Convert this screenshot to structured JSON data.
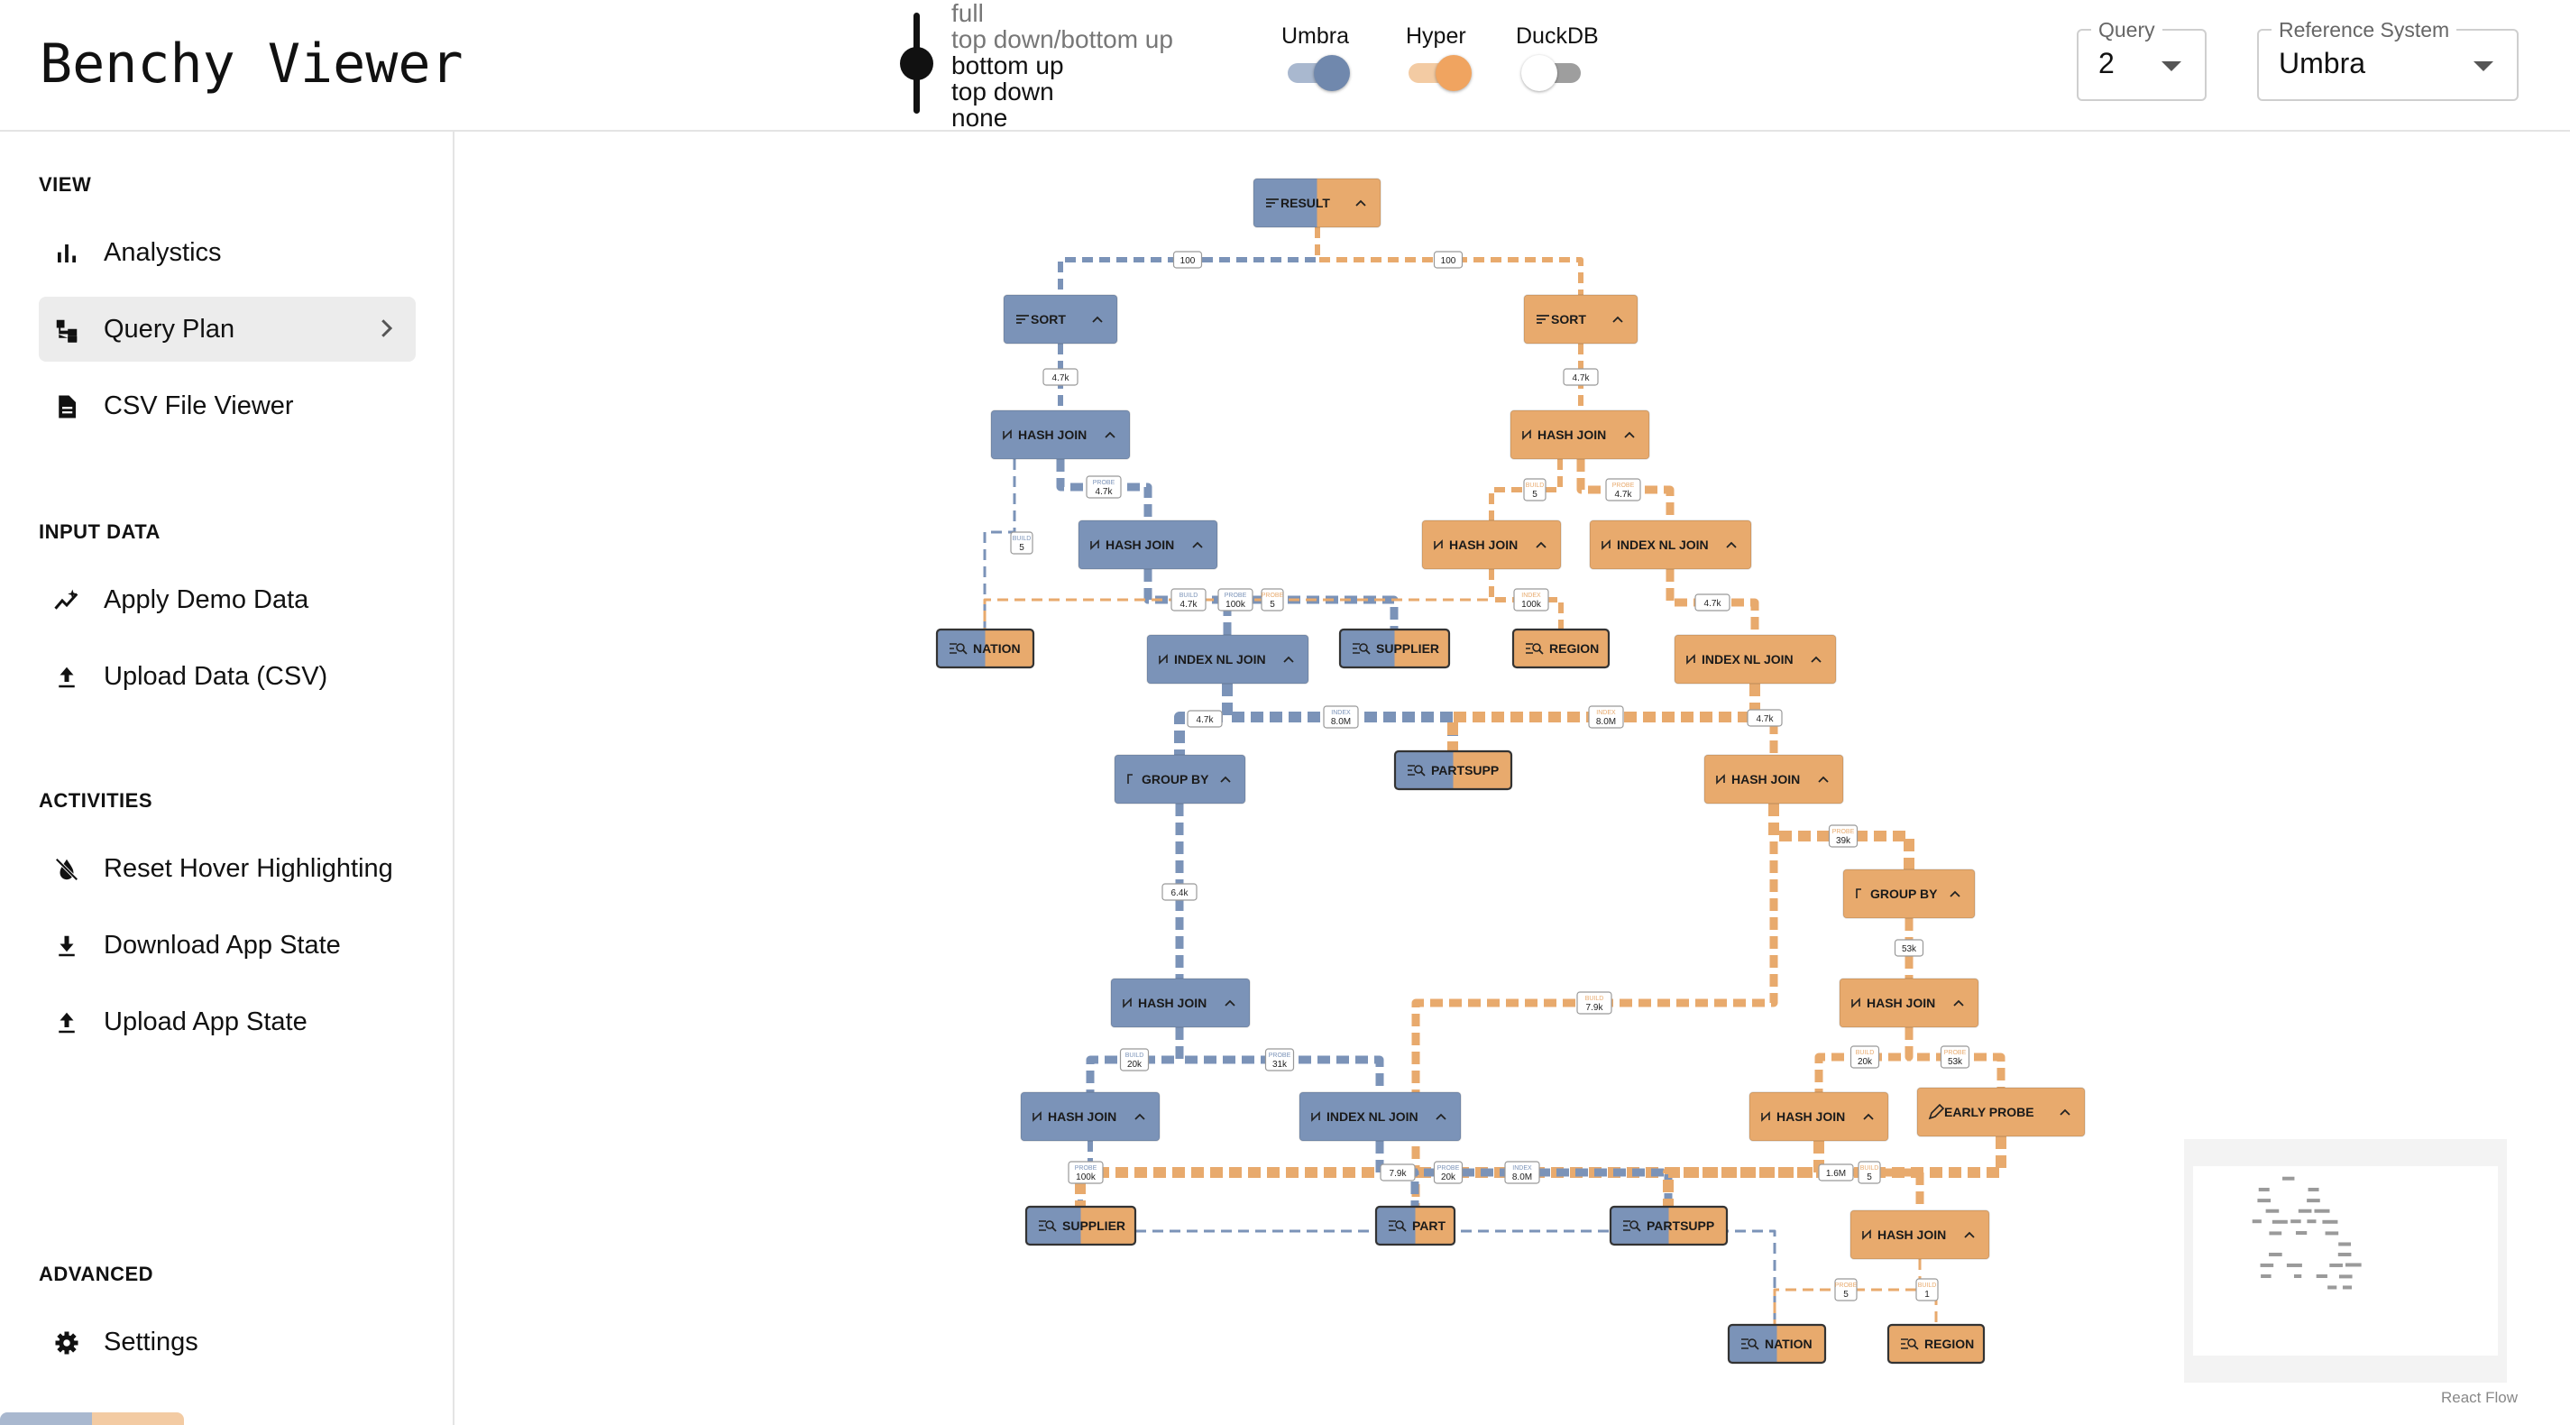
{
  "app": {
    "title": "Benchy Viewer"
  },
  "header": {
    "highlight_options": [
      "full",
      "top down/bottom up",
      "bottom up",
      "top down",
      "none"
    ],
    "highlight_selected": "bottom up",
    "systems": [
      {
        "name": "Umbra",
        "enabled": true,
        "color": "#7b93b8"
      },
      {
        "name": "Hyper",
        "enabled": true,
        "color": "#e8aa6d"
      },
      {
        "name": "DuckDB",
        "enabled": false,
        "color": "#9e9e9e"
      }
    ],
    "query_select": {
      "label": "Query",
      "value": "2"
    },
    "reference_select": {
      "label": "Reference System",
      "value": "Umbra"
    }
  },
  "sidebar": {
    "sections": [
      {
        "title": "VIEW",
        "items": [
          {
            "label": "Analystics",
            "icon": "bar-chart-icon",
            "active": false
          },
          {
            "label": "Query Plan",
            "icon": "account-tree-icon",
            "active": true
          },
          {
            "label": "CSV File Viewer",
            "icon": "description-icon",
            "active": false
          }
        ]
      },
      {
        "title": "INPUT DATA",
        "items": [
          {
            "label": "Apply Demo Data",
            "icon": "auto-graph-icon",
            "active": false
          },
          {
            "label": "Upload Data (CSV)",
            "icon": "upload-icon",
            "active": false
          }
        ]
      },
      {
        "title": "ACTIVITIES",
        "items": [
          {
            "label": "Reset Hover Highlighting",
            "icon": "format-color-reset-icon",
            "active": false
          },
          {
            "label": "Download App State",
            "icon": "download-icon",
            "active": false
          },
          {
            "label": "Upload App State",
            "icon": "upload-icon",
            "active": false
          }
        ]
      },
      {
        "title": "ADVANCED",
        "items": [
          {
            "label": "Settings",
            "icon": "gear-icon",
            "active": false
          }
        ]
      }
    ]
  },
  "colors": {
    "umbra": "#7b93b8",
    "hyper": "#e8aa6d"
  },
  "plan": {
    "nodes": [
      {
        "id": "result",
        "label": "RESULT",
        "icon": "sort-icon",
        "systems": [
          "umbra",
          "hyper"
        ],
        "collapsible": true
      },
      {
        "id": "u_sort",
        "label": "SORT",
        "icon": "sort-icon",
        "systems": [
          "umbra"
        ],
        "collapsible": true
      },
      {
        "id": "h_sort",
        "label": "SORT",
        "icon": "sort-icon",
        "systems": [
          "hyper"
        ],
        "collapsible": true
      },
      {
        "id": "u_hj1",
        "label": "HASH JOIN",
        "icon": "join-icon",
        "systems": [
          "umbra"
        ],
        "collapsible": true
      },
      {
        "id": "h_hj1",
        "label": "HASH JOIN",
        "icon": "join-icon",
        "systems": [
          "hyper"
        ],
        "collapsible": true
      },
      {
        "id": "u_hj2",
        "label": "HASH JOIN",
        "icon": "join-icon",
        "systems": [
          "umbra"
        ],
        "collapsible": true
      },
      {
        "id": "h_hj2",
        "label": "HASH JOIN",
        "icon": "join-icon",
        "systems": [
          "hyper"
        ],
        "collapsible": true
      },
      {
        "id": "h_inlj1",
        "label": "INDEX NL JOIN",
        "icon": "join-icon",
        "systems": [
          "hyper"
        ],
        "collapsible": true
      },
      {
        "id": "s_nation1",
        "label": "NATION",
        "icon": "scan-icon",
        "systems": [
          "umbra",
          "hyper"
        ],
        "collapsible": false
      },
      {
        "id": "u_inlj1",
        "label": "INDEX NL JOIN",
        "icon": "join-icon",
        "systems": [
          "umbra"
        ],
        "collapsible": true
      },
      {
        "id": "s_supplier1",
        "label": "SUPPLIER",
        "icon": "scan-icon",
        "systems": [
          "umbra",
          "hyper"
        ],
        "collapsible": false
      },
      {
        "id": "s_region1",
        "label": "REGION",
        "icon": "scan-icon",
        "systems": [
          "hyper"
        ],
        "collapsible": false
      },
      {
        "id": "h_inlj2",
        "label": "INDEX NL JOIN",
        "icon": "join-icon",
        "systems": [
          "hyper"
        ],
        "collapsible": true
      },
      {
        "id": "u_gb",
        "label": "GROUP BY",
        "icon": "groupby-icon",
        "systems": [
          "umbra"
        ],
        "collapsible": true
      },
      {
        "id": "s_partsupp1",
        "label": "PARTSUPP",
        "icon": "scan-icon",
        "systems": [
          "umbra",
          "hyper"
        ],
        "collapsible": false
      },
      {
        "id": "h_hj3",
        "label": "HASH JOIN",
        "icon": "join-icon",
        "systems": [
          "hyper"
        ],
        "collapsible": true
      },
      {
        "id": "h_gb",
        "label": "GROUP BY",
        "icon": "groupby-icon",
        "systems": [
          "hyper"
        ],
        "collapsible": true
      },
      {
        "id": "u_hj3",
        "label": "HASH JOIN",
        "icon": "join-icon",
        "systems": [
          "umbra"
        ],
        "collapsible": true
      },
      {
        "id": "h_hj4",
        "label": "HASH JOIN",
        "icon": "join-icon",
        "systems": [
          "hyper"
        ],
        "collapsible": true
      },
      {
        "id": "u_hj4",
        "label": "HASH JOIN",
        "icon": "join-icon",
        "systems": [
          "umbra"
        ],
        "collapsible": true
      },
      {
        "id": "u_inlj2",
        "label": "INDEX NL JOIN",
        "icon": "join-icon",
        "systems": [
          "umbra"
        ],
        "collapsible": true
      },
      {
        "id": "h_hj5",
        "label": "HASH JOIN",
        "icon": "join-icon",
        "systems": [
          "hyper"
        ],
        "collapsible": true
      },
      {
        "id": "h_ep",
        "label": "EARLY PROBE",
        "icon": "pen-icon",
        "systems": [
          "hyper"
        ],
        "collapsible": true
      },
      {
        "id": "s_supplier2",
        "label": "SUPPLIER",
        "icon": "scan-icon",
        "systems": [
          "umbra",
          "hyper"
        ],
        "collapsible": false
      },
      {
        "id": "s_part",
        "label": "PART",
        "icon": "scan-icon",
        "systems": [
          "umbra",
          "hyper"
        ],
        "collapsible": false
      },
      {
        "id": "s_partsupp2",
        "label": "PARTSUPP",
        "icon": "scan-icon",
        "systems": [
          "umbra",
          "hyper"
        ],
        "collapsible": false
      },
      {
        "id": "h_hj6",
        "label": "HASH JOIN",
        "icon": "join-icon",
        "systems": [
          "hyper"
        ],
        "collapsible": true
      },
      {
        "id": "s_nation2",
        "label": "NATION",
        "icon": "scan-icon",
        "systems": [
          "umbra",
          "hyper"
        ],
        "collapsible": false
      },
      {
        "id": "s_region2",
        "label": "REGION",
        "icon": "scan-icon",
        "systems": [
          "hyper"
        ],
        "collapsible": false
      }
    ],
    "edge_labels": [
      {
        "sys": "umbra",
        "value": "100"
      },
      {
        "sys": "hyper",
        "value": "100"
      },
      {
        "sys": "umbra",
        "value": "4.7k"
      },
      {
        "sys": "hyper",
        "value": "4.7k"
      },
      {
        "sys": "umbra",
        "kind": "PROBE",
        "value": "4.7k"
      },
      {
        "sys": "umbra",
        "kind": "BUILD",
        "value": "5"
      },
      {
        "sys": "hyper",
        "kind": "BUILD",
        "value": "5"
      },
      {
        "sys": "hyper",
        "kind": "PROBE",
        "value": "4.7k"
      },
      {
        "sys": "umbra",
        "kind": "BUILD",
        "value": "4.7k"
      },
      {
        "sys": "hyper",
        "kind": "PROBE",
        "value": "5"
      },
      {
        "sys": "umbra",
        "kind": "PROBE",
        "value": "100k"
      },
      {
        "sys": "hyper",
        "kind": "INDEX",
        "value": "100k"
      },
      {
        "sys": "hyper",
        "value": "4.7k"
      },
      {
        "sys": "umbra",
        "value": "4.7k"
      },
      {
        "sys": "umbra",
        "kind": "INDEX",
        "value": "8.0M"
      },
      {
        "sys": "hyper",
        "kind": "INDEX",
        "value": "8.0M"
      },
      {
        "sys": "hyper",
        "value": "4.7k"
      },
      {
        "sys": "hyper",
        "kind": "PROBE",
        "value": "39k"
      },
      {
        "sys": "umbra",
        "value": "6.4k"
      },
      {
        "sys": "hyper",
        "value": "53k"
      },
      {
        "sys": "hyper",
        "kind": "BUILD",
        "value": "7.9k"
      },
      {
        "sys": "umbra",
        "kind": "BUILD",
        "value": "20k"
      },
      {
        "sys": "umbra",
        "kind": "PROBE",
        "value": "31k"
      },
      {
        "sys": "hyper",
        "kind": "BUILD",
        "value": "20k"
      },
      {
        "sys": "hyper",
        "kind": "PROBE",
        "value": "53k"
      },
      {
        "sys": "umbra",
        "kind": "PROBE",
        "value": "100k"
      },
      {
        "sys": "hyper",
        "value": "7.9k"
      },
      {
        "sys": "umbra",
        "kind": "PROBE",
        "value": "20k"
      },
      {
        "sys": "umbra",
        "kind": "INDEX",
        "value": "8.0M"
      },
      {
        "sys": "hyper",
        "value": "1.6M"
      },
      {
        "sys": "hyper",
        "kind": "BUILD",
        "value": "5"
      },
      {
        "sys": "hyper",
        "kind": "PROBE",
        "value": "5"
      },
      {
        "sys": "hyper",
        "kind": "BUILD",
        "value": "1"
      }
    ]
  },
  "attribution": "React Flow"
}
